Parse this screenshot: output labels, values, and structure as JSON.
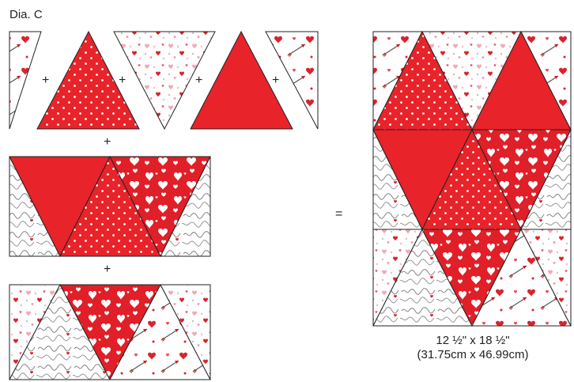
{
  "diagram": {
    "title": "Dia. C",
    "plus": "+",
    "equals": "=",
    "size_imperial": "12 ½\" x 18 ½\"",
    "size_metric": "(31.75cm x 46.99cm)"
  },
  "colors": {
    "red": "#e8232a",
    "white": "#ffffff",
    "outline": "#222222",
    "script_gray": "#7a7a7a",
    "heart_pink": "#f2a9b4",
    "heart_red": "#d9232d"
  },
  "fabrics": {
    "dots": "red with white polka dots",
    "solid": "solid red",
    "hearts_red": "red with white hearts",
    "confetti": "white with scattered pink and red hearts",
    "arrows": "white with red hearts and cupid arrows",
    "script": "white with gray love script"
  }
}
